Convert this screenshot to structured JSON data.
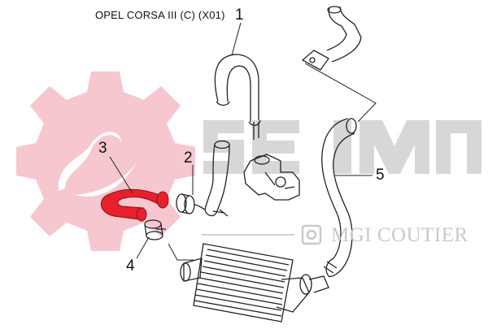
{
  "diagram": {
    "title": "OPEL CORSA III (C) (X01)",
    "callouts": [
      {
        "number": "1",
        "part": "top curved hose"
      },
      {
        "number": "2",
        "part": "hose with coupling"
      },
      {
        "number": "3",
        "part": "red intercooler hose (highlighted)"
      },
      {
        "number": "4",
        "part": "short sleeve"
      },
      {
        "number": "5",
        "part": "long hose to intercooler"
      }
    ],
    "highlight_color": "#e8202e",
    "watermark": {
      "logo": "SEIM",
      "company": "MGI COUTIER",
      "gear_color": "#f6c7cf",
      "text_color": "#cfcfcf"
    }
  }
}
